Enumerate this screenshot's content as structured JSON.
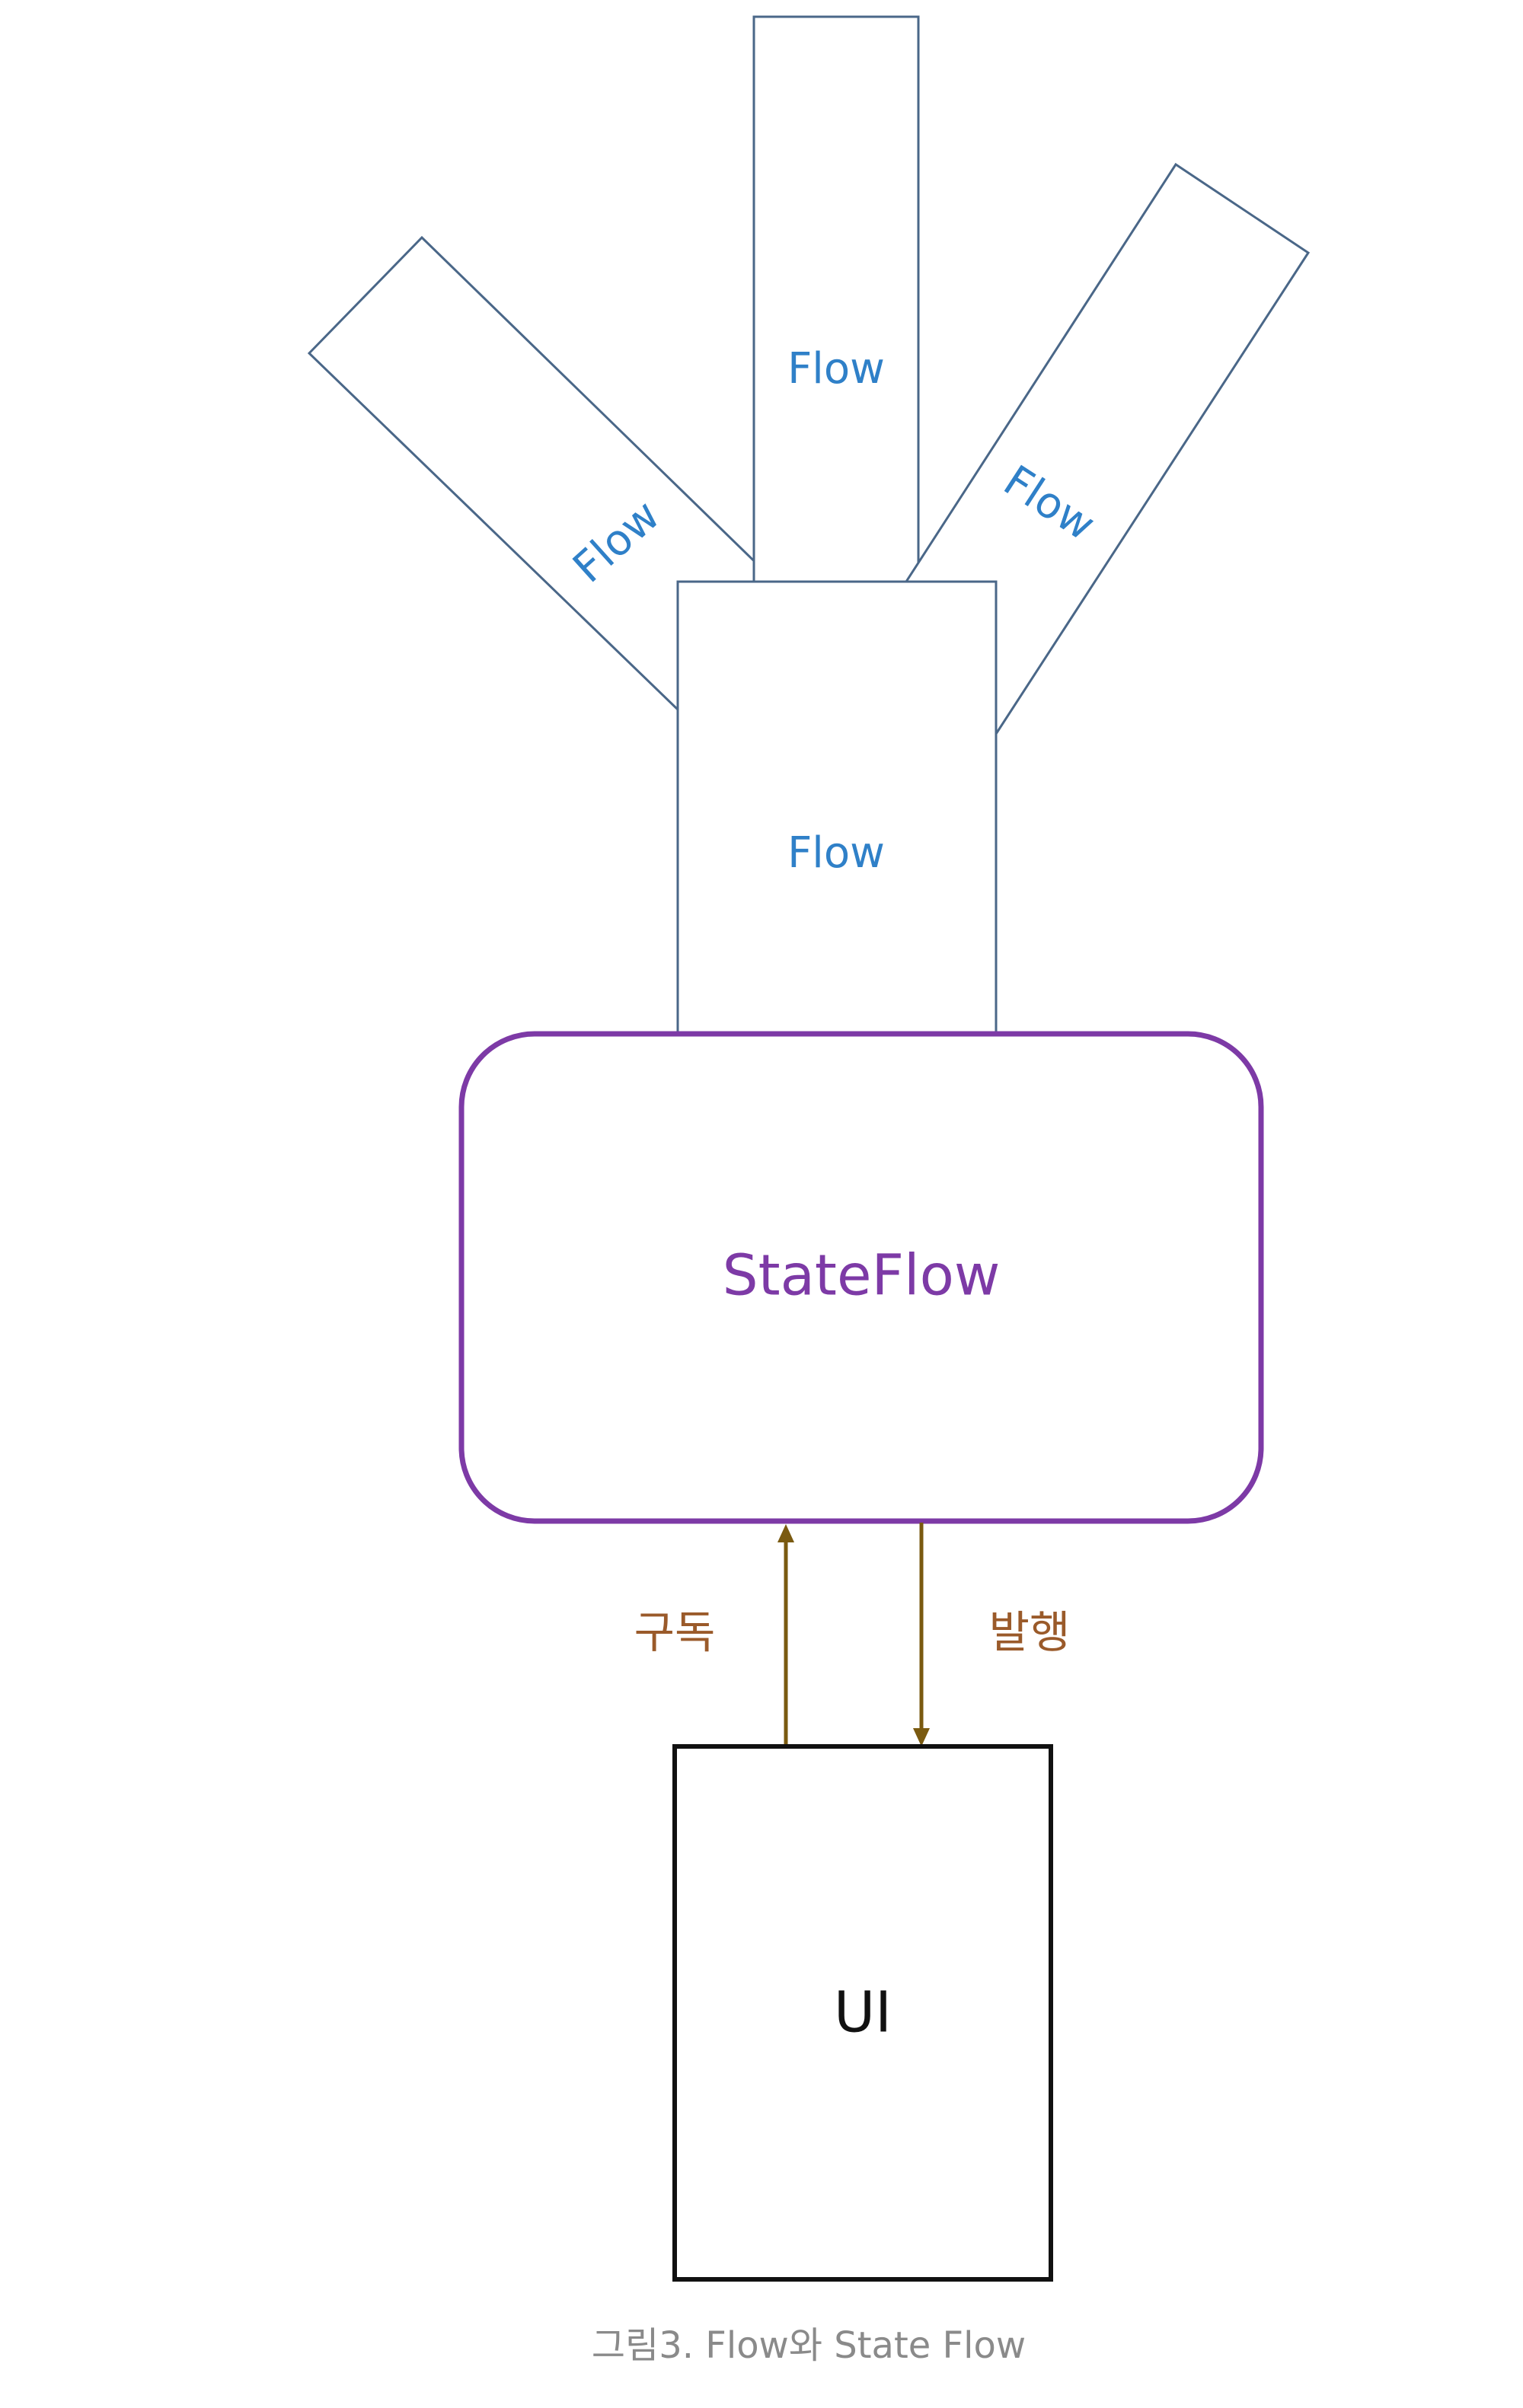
{
  "flows": {
    "left": "Flow",
    "top": "Flow",
    "right": "Flow",
    "center": "Flow"
  },
  "stateflow": {
    "label": "StateFlow"
  },
  "arrows": {
    "subscribe_label": "구독",
    "publish_label": "발행"
  },
  "ui": {
    "label": "UI"
  },
  "caption": "그림3. Flow와 State Flow",
  "colors": {
    "flow_text": "#2f80c8",
    "flow_border": "#4a6788",
    "stateflow": "#7d3aa6",
    "arrow": "#7a5a10",
    "arrow_label": "#9a5a2a",
    "ui_border": "#111111",
    "caption": "#8a8a8a"
  }
}
